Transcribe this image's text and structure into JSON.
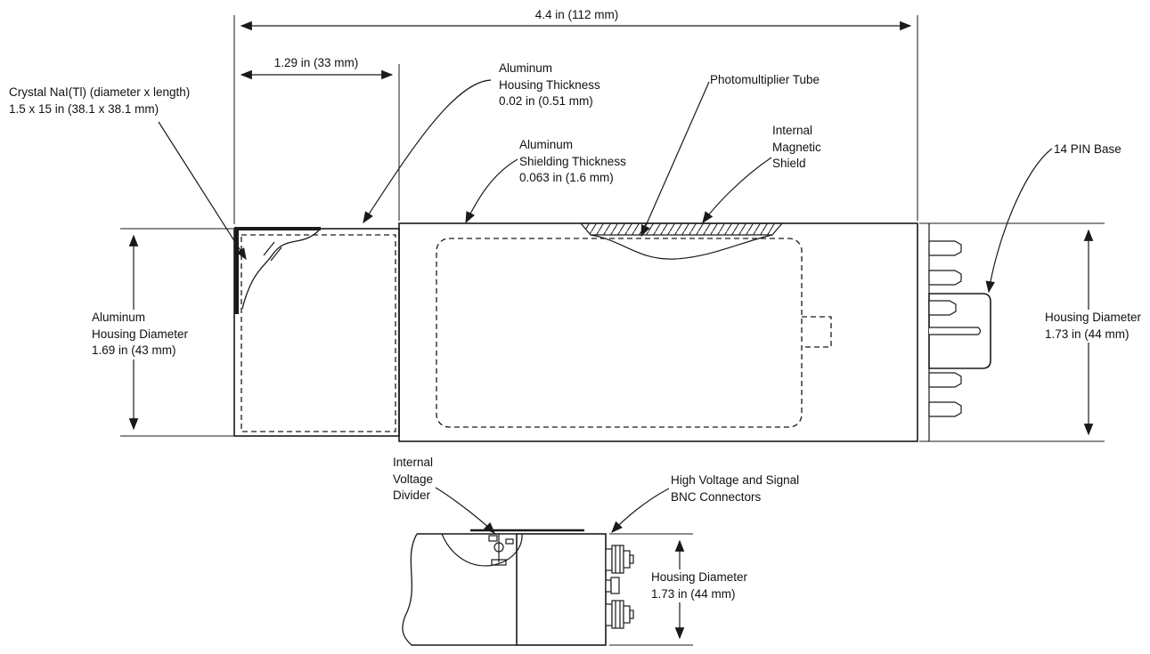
{
  "diagram": {
    "colors": {
      "line": "#1a1a1a",
      "background": "#ffffff"
    },
    "labels": {
      "overall_length": "4.4 in (112 mm)",
      "crystal_length": "1.29 in (33 mm)",
      "crystal": "Crystal NaI(Tl) (diameter x length)\n1.5 x 15 in (38.1 x 38.1 mm)",
      "housing_thickness": "Aluminum\nHousing Thickness\n0.02 in (0.51 mm)",
      "photomultiplier": "Photomultiplier Tube",
      "shielding_thickness": "Aluminum\nShielding Thickness\n0.063 in (1.6 mm)",
      "magnetic_shield": "Internal\nMagnetic\nShield",
      "pin_base": "14 PIN Base",
      "housing_diameter_left": "Aluminum\nHousing Diameter\n1.69 in (43 mm)",
      "housing_diameter_right": "Housing Diameter\n1.73 in (44 mm)",
      "voltage_divider": "Internal\nVoltage\nDivider",
      "bnc_connectors": "High Voltage and Signal\nBNC Connectors",
      "housing_diameter_bottom": "Housing Diameter\n1.73 in (44 mm)"
    }
  }
}
